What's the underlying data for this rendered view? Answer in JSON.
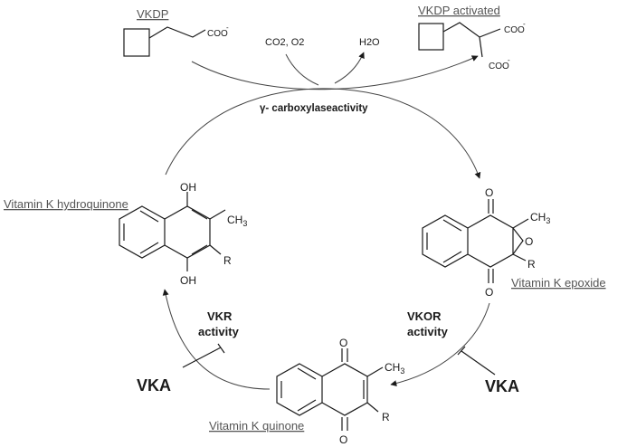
{
  "title": "",
  "labels": {
    "vkdp": "VKDP",
    "vkdp_activated": "VKDP activated",
    "coo_minus": "COO",
    "minus": "-",
    "co2_o2": "CO2, O2",
    "h2o": "H2O",
    "gamma_carboxylase": "γ- carboxylaseactivity",
    "vk_hydroquinone": "Vitamin K hydroquinone",
    "vk_epoxide": "Vitamin K epoxide",
    "vk_quinone": "Vitamin K quinone",
    "oh": "OH",
    "o": "O",
    "ch3": "CH",
    "sub3": "3",
    "r": "R",
    "vkr_line1": "VKR",
    "vkr_line2": "activity",
    "vkor_line1": "VKOR",
    "vkor_line2": "activity",
    "vka": "VKA"
  }
}
